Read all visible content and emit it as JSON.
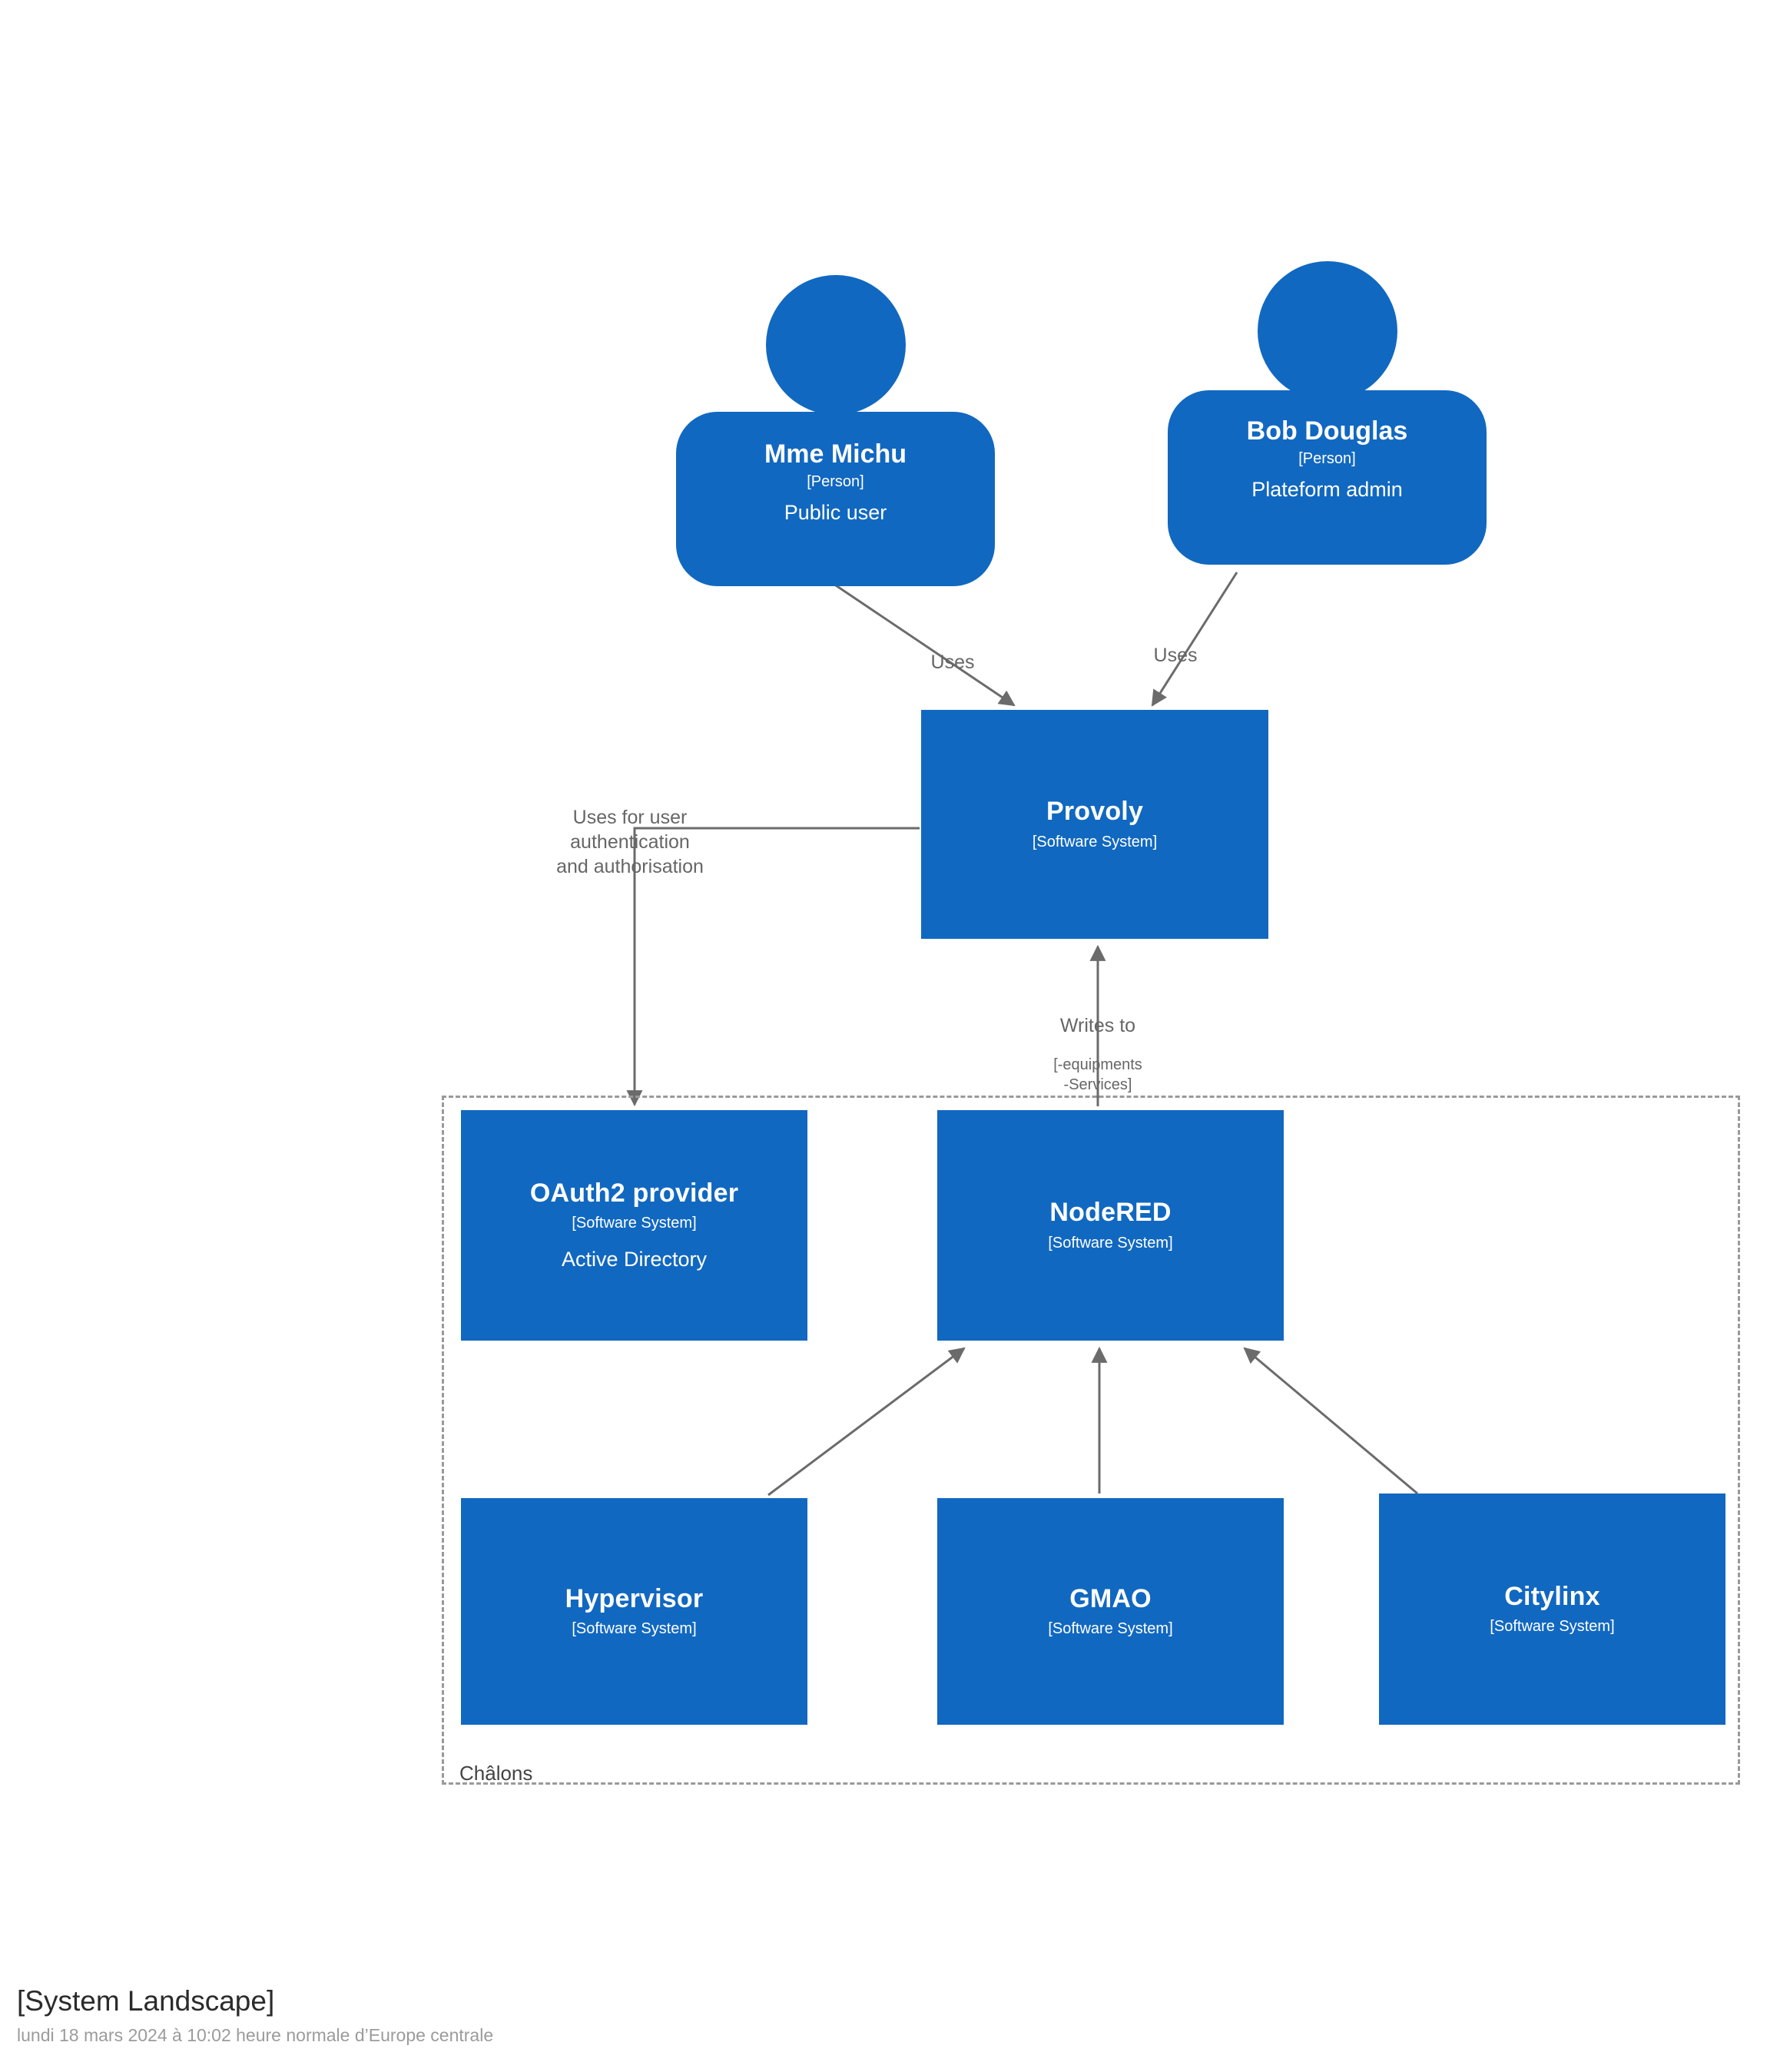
{
  "diagram": {
    "kind": "C4 System Landscape",
    "accent_color": "#1168C0",
    "edge_color": "#6b6b6b",
    "boundary_color": "#9a9a9a"
  },
  "people": [
    {
      "name": "Mme Michu",
      "type": "[Person]",
      "description": "Public user"
    },
    {
      "name": "Bob Douglas",
      "type": "[Person]",
      "description": "Plateform admin"
    }
  ],
  "systems": [
    {
      "name": "Provoly",
      "type": "[Software System]",
      "description": ""
    },
    {
      "name": "OAuth2 provider",
      "type": "[Software System]",
      "description": "Active Directory"
    },
    {
      "name": "NodeRED",
      "type": "[Software System]",
      "description": ""
    },
    {
      "name": "Hypervisor",
      "type": "[Software System]",
      "description": ""
    },
    {
      "name": "GMAO",
      "type": "[Software System]",
      "description": ""
    },
    {
      "name": "Citylinx",
      "type": "[Software System]",
      "description": ""
    }
  ],
  "boundary": {
    "label": "Châlons"
  },
  "relationships": [
    {
      "from": "Mme Michu",
      "to": "Provoly",
      "label": "Uses",
      "technology": ""
    },
    {
      "from": "Bob Douglas",
      "to": "Provoly",
      "label": "Uses",
      "technology": ""
    },
    {
      "from": "Provoly",
      "to": "OAuth2 provider",
      "label": "Uses for user\nauthentication\nand authorisation",
      "technology": ""
    },
    {
      "from": "NodeRED",
      "to": "Provoly",
      "label": "Writes to",
      "technology": "[-equipments\n-Services]"
    },
    {
      "from": "Hypervisor",
      "to": "NodeRED",
      "label": "",
      "technology": ""
    },
    {
      "from": "GMAO",
      "to": "NodeRED",
      "label": "",
      "technology": ""
    },
    {
      "from": "Citylinx",
      "to": "NodeRED",
      "label": "",
      "technology": ""
    }
  ],
  "footer": {
    "title": "[System Landscape]",
    "subtitle": "lundi 18 mars 2024 à 10:02 heure normale d’Europe centrale"
  }
}
